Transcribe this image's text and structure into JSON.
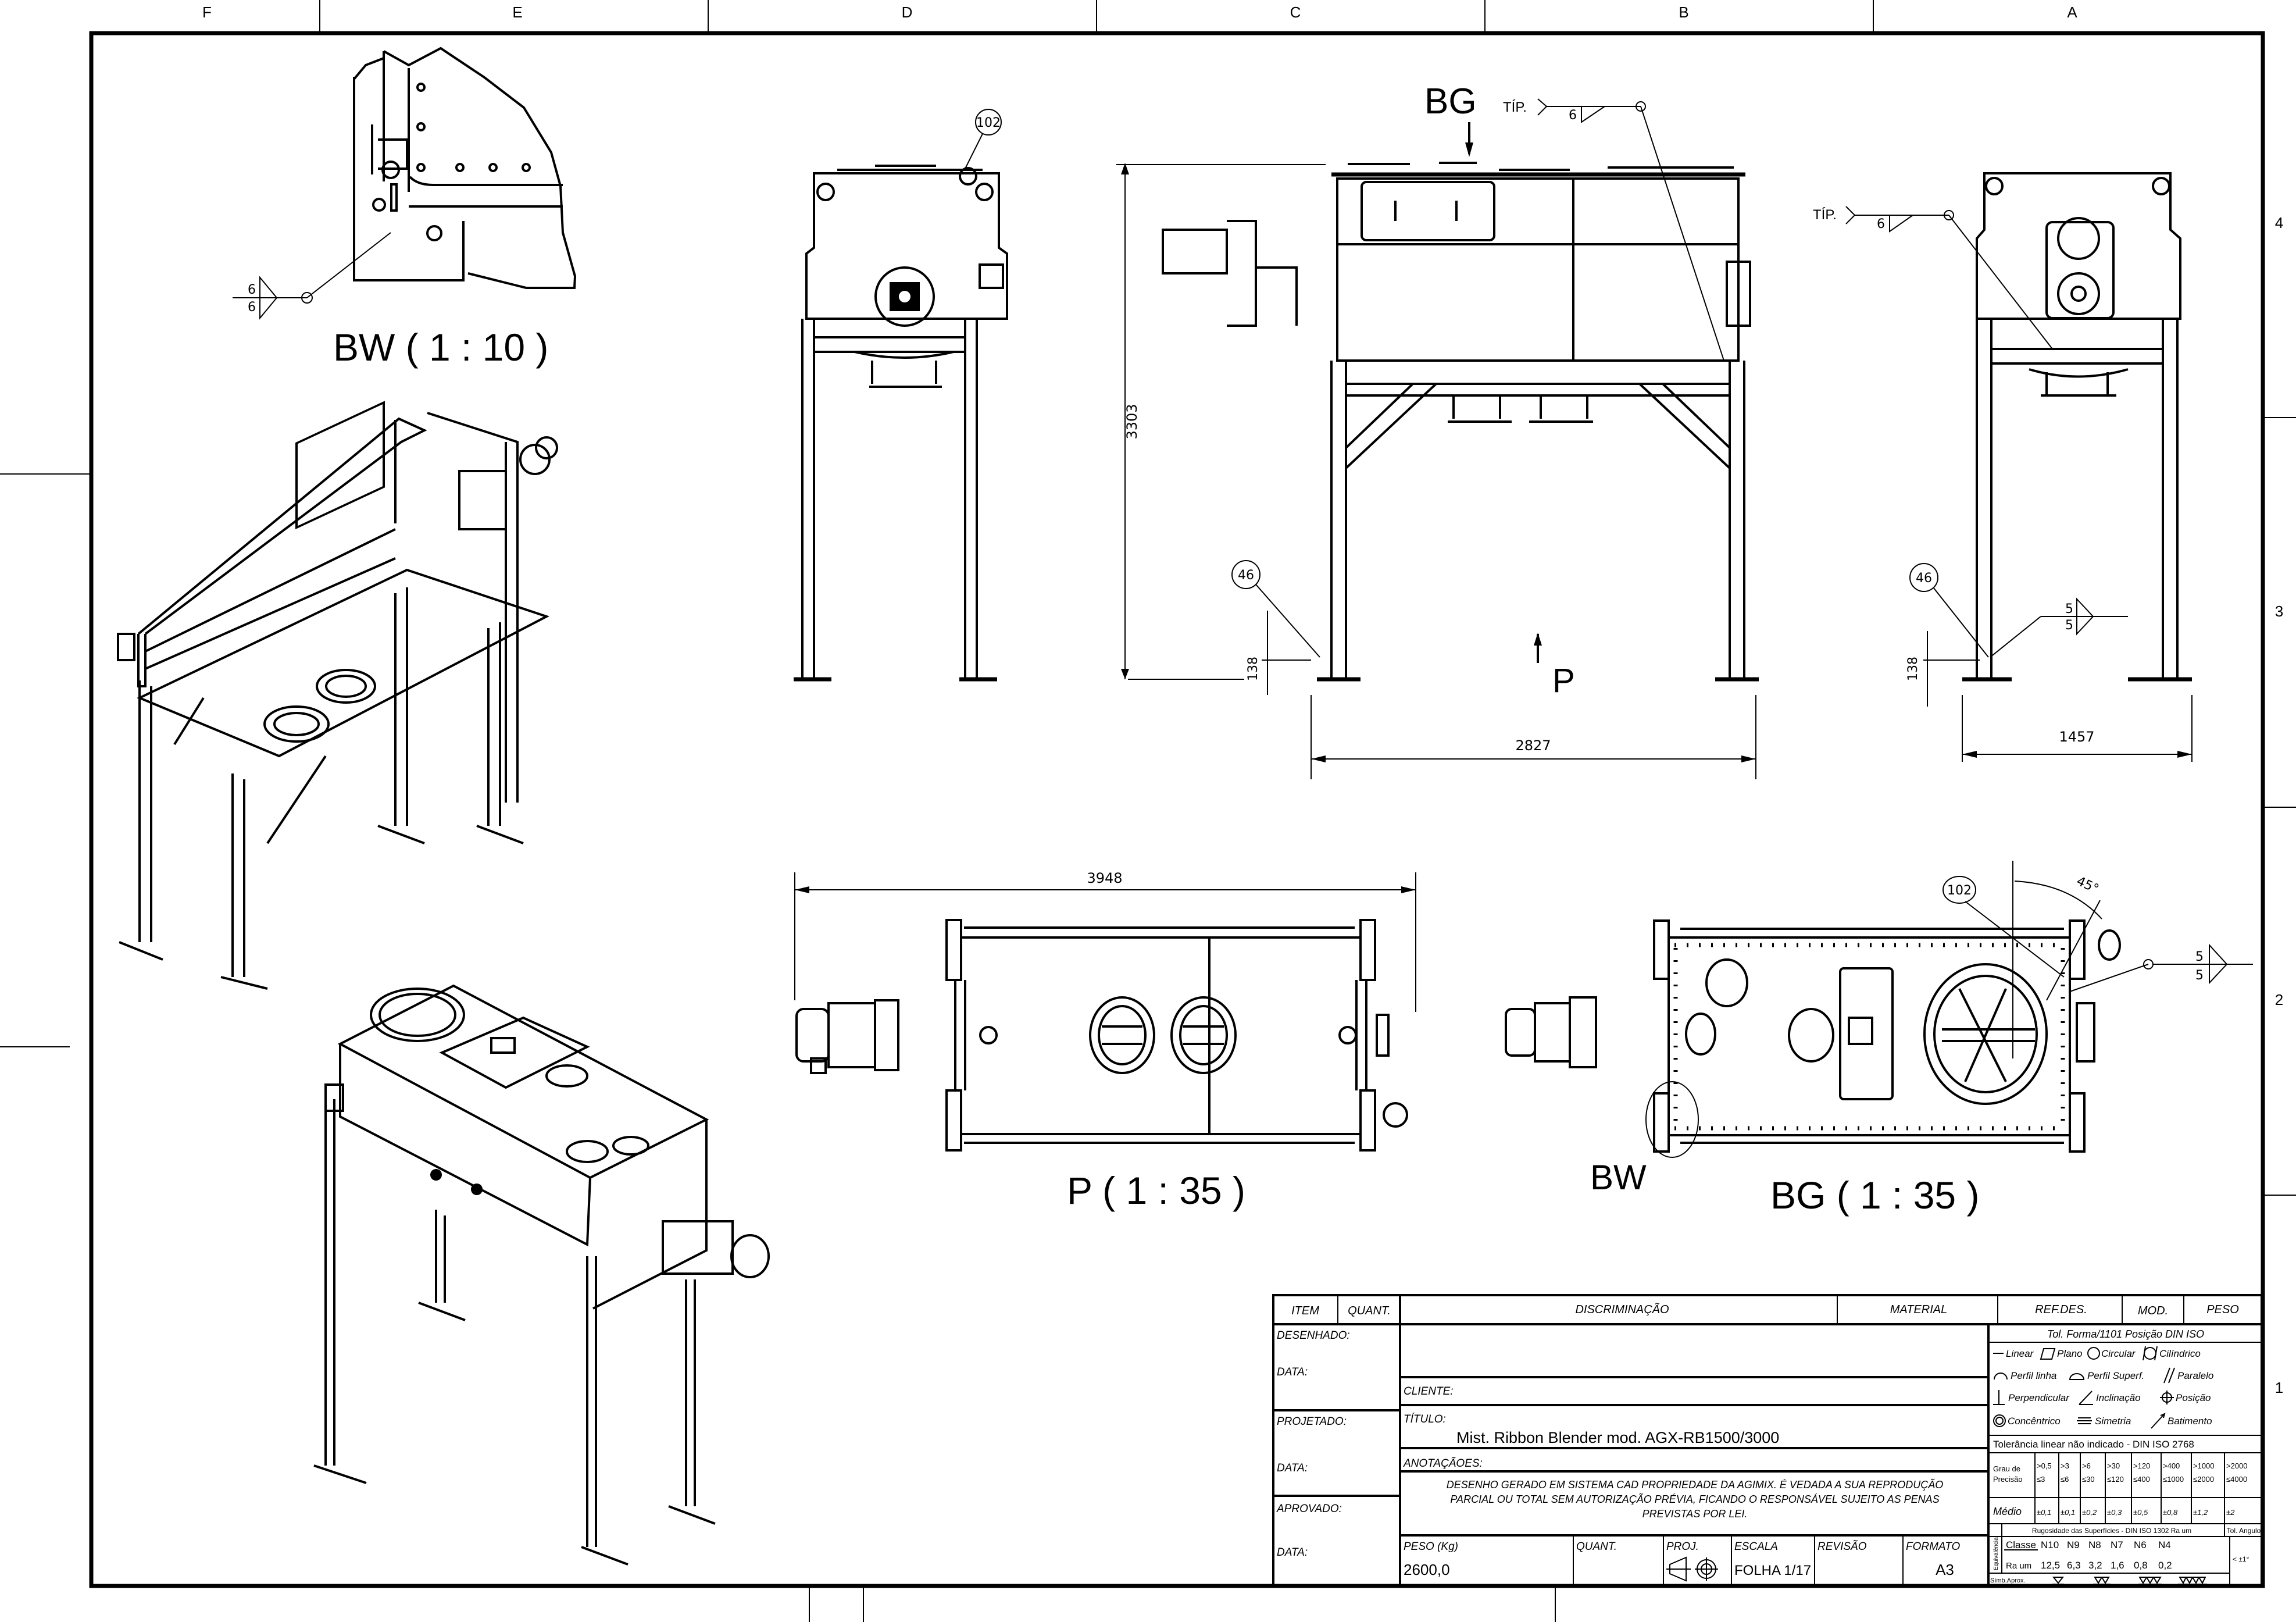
{
  "sheet": {
    "column_zones": [
      "F",
      "E",
      "D",
      "C",
      "B",
      "A"
    ],
    "row_zones": [
      "4",
      "3",
      "2",
      "1"
    ]
  },
  "views": {
    "detail_bw": {
      "label": "BW ( 1 : 10 )",
      "weld_top": "6",
      "weld_bottom": "6"
    },
    "front": {
      "view_marker_top": "BG",
      "view_marker_bottom": "P",
      "weld_prefix": "TÍP.",
      "weld_size": "6",
      "height_dim": "3303",
      "foot_dim": "138",
      "width_dim": "2827",
      "balloon": "46"
    },
    "left": {
      "balloon": "102"
    },
    "right": {
      "weld_prefix": "TÍP.",
      "weld_size": "6",
      "balloon": "46",
      "foot_dim": "138",
      "width_dim": "1457",
      "weld2_top": "5",
      "weld2_bottom": "5"
    },
    "plan_p": {
      "label": "P ( 1 : 35 )",
      "length_dim": "3948"
    },
    "plan_bg": {
      "label": "BG ( 1 : 35 )",
      "detail_marker": "BW",
      "balloon": "102",
      "angle_dim": "45°",
      "weld_top": "5",
      "weld_bottom": "5"
    }
  },
  "title_block": {
    "headers": {
      "item": "ITEM",
      "quant": "QUANT.",
      "discriminacao": "DISCRIMINAÇÃO",
      "material": "MATERIAL",
      "ref_des": "REF.DES.",
      "mod": "MOD.",
      "peso": "PESO"
    },
    "left_labels": {
      "desenhado": "DESENHADO:",
      "data1": "DATA:",
      "projetado": "PROJETADO:",
      "data2": "DATA:",
      "aprovado": "APROVADO:",
      "data3": "DATA:"
    },
    "cliente_label": "CLIENTE:",
    "titulo_label": "TÍTULO:",
    "titulo_value": "Mist. Ribbon Blender mod. AGX-RB1500/3000",
    "anotacoes_label": "ANOTAÇÃOES:",
    "notice_lines": [
      "DESENHO  GERADO  EM SISTEMA CAD PROPRIEDADE DA AGIMIX. É VEDADA A SUA REPRODUÇÃO",
      "PARCIAL OU TOTAL SEM AUTORIZAÇÃO PRÉVIA, FICANDO O RESPONSÁVEL  SUJEITO  AS  PENAS",
      "PREVISTAS POR LEI."
    ],
    "bottom": {
      "peso_label": "PESO (Kg)",
      "peso_value": "2600,0",
      "quant_label": "QUANT.",
      "proj_label": "PROJ.",
      "escala_label": "ESCALA",
      "escala_value": "FOLHA 1/17",
      "revisao_label": "REVISÃO",
      "formato_label": "FORMATO",
      "formato_value": "A3"
    },
    "tolerances": {
      "title": "Tol. Forma/1101 Posição DIN ISO",
      "symbols": [
        [
          "Linear",
          "Plano",
          "Circular",
          "Cilíndrico"
        ],
        [
          "Perfil linha",
          "Perfil Superf.",
          "Paralelo"
        ],
        [
          "Perpendicular",
          "Inclinação",
          "Posição"
        ],
        [
          "Concêntrico",
          "Simetria",
          "Batimento"
        ]
      ],
      "linear_note": "Tolerância linear não indicado - DIN ISO 2768",
      "precision_label": "Grau de Precisão",
      "ranges": [
        [
          ">0,5",
          "≤3"
        ],
        [
          ">3",
          "≤6"
        ],
        [
          ">6",
          "≤30"
        ],
        [
          ">30",
          "≤120"
        ],
        [
          ">120",
          "≤400"
        ],
        [
          ">400",
          "≤1000"
        ],
        [
          ">1000",
          "≤2000"
        ],
        [
          ">2000",
          "≤4000"
        ]
      ],
      "medio_label": "Médio",
      "medio_values": [
        "±0,1",
        "±0,1",
        "±0,2",
        "±0,3",
        "±0,5",
        "±0,8",
        "±1,2",
        "±2"
      ],
      "roughness_title": "Rugosidade das Superfícies - DIN ISO 1302  Ra um",
      "angle_title": "Tol. Angulo",
      "equiv_label": "Equivalência",
      "classe_label": "Classe",
      "classes": [
        "N10",
        "N9",
        "N8",
        "N7",
        "N6",
        "N4"
      ],
      "ra_label": "Ra um",
      "ra_values": [
        "12,5",
        "6,3",
        "3,2",
        "1,6",
        "0,8",
        "0,2"
      ],
      "angle_value": "<  ±1°",
      "simb_label": "Símb.Aprox."
    }
  }
}
